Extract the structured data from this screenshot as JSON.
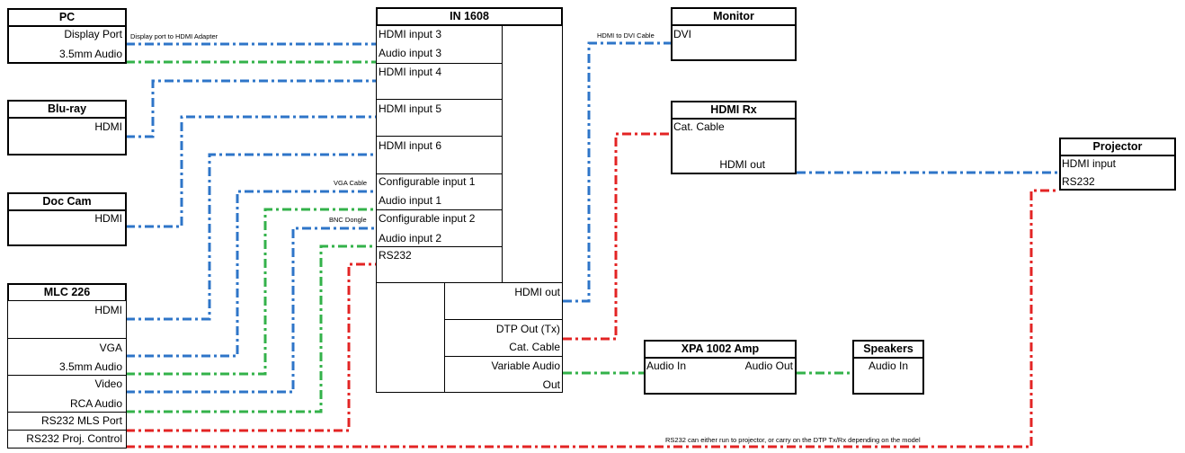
{
  "pc": {
    "title": "PC",
    "display_port": "Display Port",
    "audio": "3.5mm Audio"
  },
  "bluray": {
    "title": "Blu-ray",
    "hdmi": "HDMI"
  },
  "doccam": {
    "title": "Doc Cam",
    "hdmi": "HDMI"
  },
  "mlc": {
    "title": "MLC 226",
    "hdmi": "HDMI",
    "vga": "VGA",
    "audio": "3.5mm Audio",
    "video": "Video",
    "rca": "RCA Audio",
    "rs232_mls": "RS232 MLS Port",
    "rs232_proj": "RS232 Proj. Control"
  },
  "in1608": {
    "title": "IN 1608",
    "inputs": [
      "HDMI input 3",
      "Audio input 3",
      "HDMI input 4",
      "HDMI input 5",
      "HDMI input 6",
      "Configurable input 1",
      "Audio input 1",
      "Configurable input 2",
      "Audio input 2",
      "RS232"
    ],
    "hdmi_out": "HDMI out",
    "dtp_out": "DTP Out (Tx)",
    "cat_cable": "Cat. Cable",
    "variable_audio": "Variable Audio",
    "out": "Out"
  },
  "monitor": {
    "title": "Monitor",
    "dvi": "DVI"
  },
  "hdmirx": {
    "title": "HDMI Rx",
    "cat_cable": "Cat. Cable",
    "hdmi_out": "HDMI out"
  },
  "projector": {
    "title": "Projector",
    "hdmi_input": "HDMI input",
    "rs232": "RS232"
  },
  "xpa": {
    "title": "XPA 1002 Amp",
    "audio_in": "Audio In",
    "audio_out": "Audio Out"
  },
  "speakers": {
    "title": "Speakers",
    "audio_in": "Audio In"
  },
  "notes": {
    "dp_adapter": "Display port to HDMI Adapter",
    "hdmi_dvi": "HDMI to DVI Cable",
    "vga_cable": "VGA Cable",
    "bnc_dongle": "BNC Dongle",
    "rs232_note": "RS232 can either run to projector, or carry on the DTP Tx/Rx depending on the model"
  },
  "colors": {
    "hdmi": "#2e75c8",
    "audio": "#33b24a",
    "control": "#e32424"
  }
}
